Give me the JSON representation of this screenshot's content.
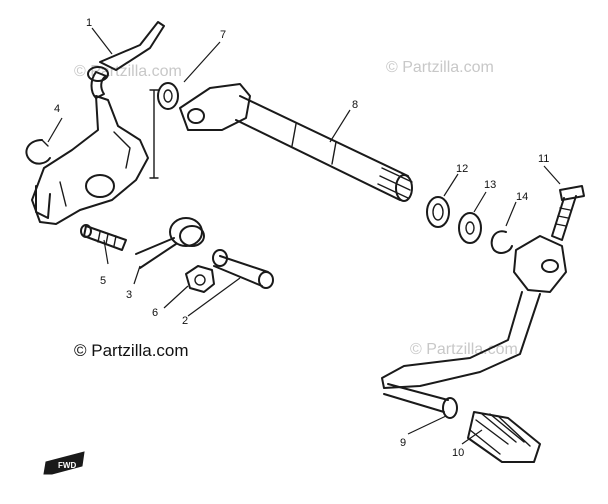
{
  "watermark": {
    "text": "© Partzilla.com"
  },
  "copyright": "© Partzilla.com",
  "direction_mark": "FWD",
  "callouts": [
    "1",
    "2",
    "3",
    "4",
    "5",
    "6",
    "7",
    "8",
    "9",
    "10",
    "11",
    "12",
    "13",
    "14"
  ]
}
